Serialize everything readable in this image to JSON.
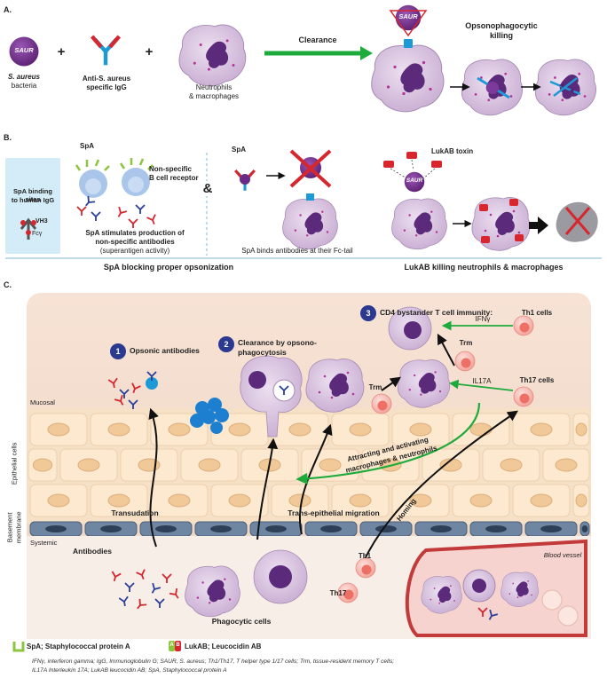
{
  "panelA": {
    "letter": "A.",
    "saur": "SAUR",
    "bacteria_1": "S. aureus",
    "bacteria_2": "bacteria",
    "plus": "+",
    "igg_1": "Anti-S. aureus",
    "igg_2": "specific IgG",
    "cells_1": "Neutrophils",
    "cells_2": "& macrophages",
    "clearance": "Clearance",
    "killing_1": "Opsonophagocytic",
    "killing_2": "killing"
  },
  "panelB": {
    "letter": "B.",
    "sites_1": "SpA binding sites",
    "sites_2": "to human IgG",
    "vh3": "VH3",
    "fcy": "Fcγ",
    "spa": "SpA",
    "bcr_1": "Non-specific",
    "bcr_2": "B cell receptor",
    "stim_1": "SpA stimulates production of",
    "stim_2": "non-specific antibodies",
    "stim_3": "(superantigen activity)",
    "amp": "&",
    "binds": "SpA binds antibodies at their Fc-tail",
    "lukab": "LukAB toxin",
    "title_left": "SpA blocking proper opsonization",
    "title_right": "LukAB killing neutrophils & macrophages"
  },
  "panelC": {
    "letter": "C.",
    "n1": "1",
    "n2": "2",
    "n3": "3",
    "opsonic": "Opsonic antibodies",
    "clear_1": "Clearance by opsono-",
    "clear_2": "phagocytosis",
    "cd4": "CD4 bystander T cell immunity:",
    "ifng": "IFNγ",
    "il17a": "IL17A",
    "th1cells": "Th1 cells",
    "th17cells": "Th17 cells",
    "trm": "Trm",
    "mucosal": "Mucosal",
    "epithelial": "Epithelial cells",
    "basement_1": "Basement",
    "basement_2": "membrane",
    "systemic": "Systemic",
    "transudation": "Transudation",
    "transepi": "Trans-epithelial migration",
    "attract_1": "Attracting and activating",
    "attract_2": "macrophages & neutrophils",
    "homing": "Homing",
    "antibodies": "Antibodies",
    "phago": "Phagocytic cells",
    "th1": "Th1",
    "th17": "Th17",
    "vessel": "Blood vessel"
  },
  "legend": {
    "spa": "SpA; Staphylococcal protein A",
    "lukab": "LukAB; Leucocidin AB",
    "lukab_a": "A",
    "lukab_b": "B",
    "foot_1": "IFNγ, interferon gamma; IgG, Immunoglobulin G; SAUR, S. aureus; Th1/Th17, T helper type 1/17 cells; Trm, tissue-resident memory T cells;",
    "foot_2": "IL17A Interleukin 17A; LukAB leucocidin AB; SpA, Staphylococcal protein A"
  },
  "colors": {
    "saur": "#6b2a86",
    "igg_red": "#d6262e",
    "igg_blue": "#1c9ad6",
    "phagocyte": "#d9c5df",
    "nucleus": "#5c2a7a",
    "green_arrow": "#1faa3c",
    "tissue": "#f3dccd",
    "epithelial": "#fbe6c8",
    "basement": "#5f7896",
    "tcell": "#f6b5ad",
    "spa_green": "#8cc63f",
    "lukab_red": "#d7262e",
    "number_circle": "#2b3990"
  }
}
